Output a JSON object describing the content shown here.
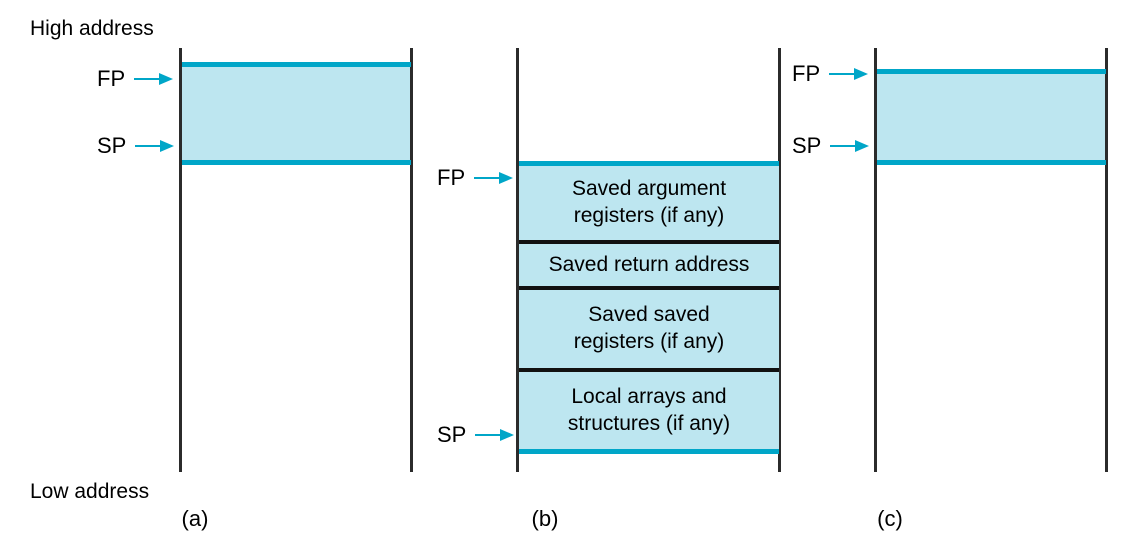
{
  "diagram": {
    "title_labels": {
      "high_address": "High address",
      "low_address": "Low address"
    },
    "pointer_labels": {
      "frame_pointer": "FP",
      "stack_pointer": "SP"
    },
    "colors": {
      "fill": "#bde6f0",
      "rule": "#00a6c8",
      "rail": "#2b2b2b",
      "text": "#000000"
    },
    "panels": [
      {
        "id": "a",
        "caption": "(a)",
        "kind": "shaded-frame",
        "fp_label": "FP",
        "sp_label": "SP",
        "segments": []
      },
      {
        "id": "b",
        "caption": "(b)",
        "kind": "detailed-frame",
        "fp_label": "FP",
        "sp_label": "SP",
        "segments": [
          {
            "text": "Saved argument\nregisters (if any)"
          },
          {
            "text": "Saved return address"
          },
          {
            "text": "Saved saved\nregisters (if any)"
          },
          {
            "text": "Local arrays and\nstructures (if any)"
          }
        ]
      },
      {
        "id": "c",
        "caption": "(c)",
        "kind": "shaded-frame",
        "fp_label": "FP",
        "sp_label": "SP",
        "segments": []
      }
    ]
  }
}
